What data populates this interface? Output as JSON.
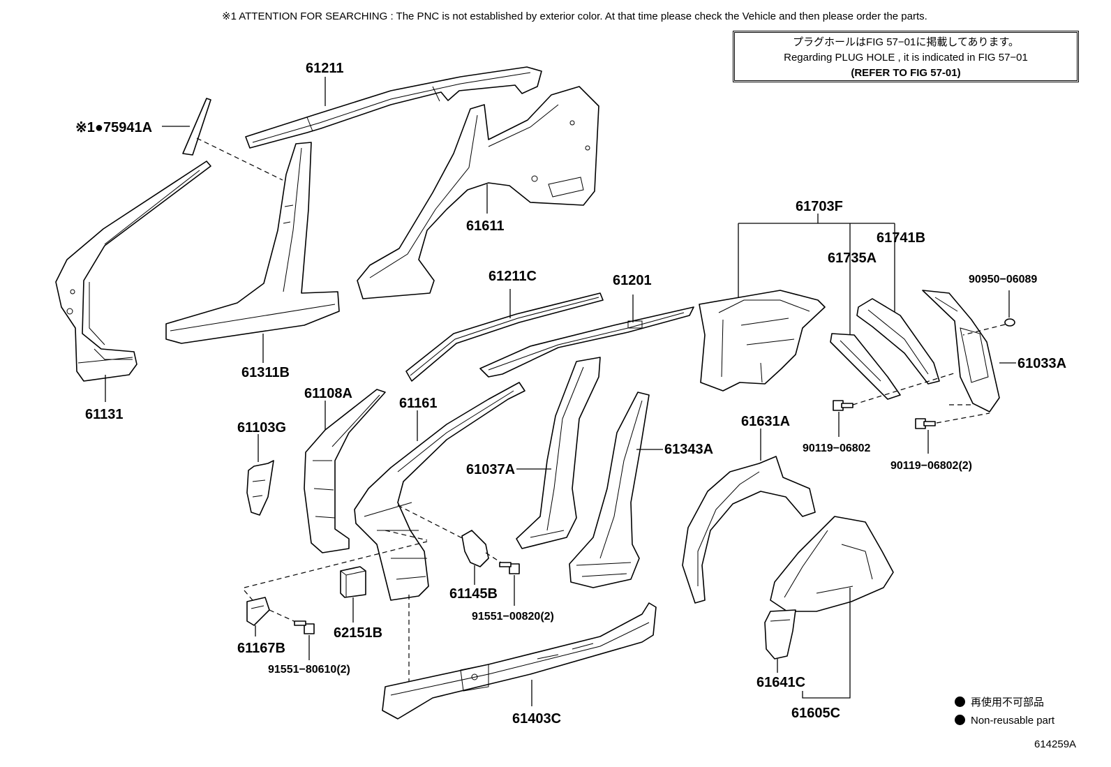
{
  "header": {
    "attention": "※1 ATTENTION FOR SEARCHING : The PNC is not established by exterior color. At that time please check the Vehicle and then please order the parts.",
    "note_jp": "プラグホールはFIG 57−01に掲載してあります。",
    "note_en": "Regarding PLUG HOLE , it is indicated in FIG 57−01",
    "note_ref": "(REFER TO FIG 57-01)"
  },
  "parts": {
    "p75941A": "※1●75941A",
    "p61211": "61211",
    "p61611": "61611",
    "p61131": "61131",
    "p61311B": "61311B",
    "p61211C": "61211C",
    "p61201": "61201",
    "p61703F": "61703F",
    "p61741B": "61741B",
    "p61735A": "61735A",
    "p90950": "90950−06089",
    "p61033A": "61033A",
    "p90119a": "90119−06802",
    "p90119b": "90119−06802(2)",
    "p61108A": "61108A",
    "p61161": "61161",
    "p61103G": "61103G",
    "p61037A": "61037A",
    "p61343A": "61343A",
    "p61631A": "61631A",
    "p61145B": "61145B",
    "p91551a": "91551−00820(2)",
    "p62151B": "62151B",
    "p61167B": "61167B",
    "p91551b": "91551−80610(2)",
    "p61403C": "61403C",
    "p61641C": "61641C",
    "p61605C": "61605C"
  },
  "legend": {
    "jp": "再使用不可部品",
    "en": "Non-reusable part"
  },
  "figure_id": "614259A"
}
